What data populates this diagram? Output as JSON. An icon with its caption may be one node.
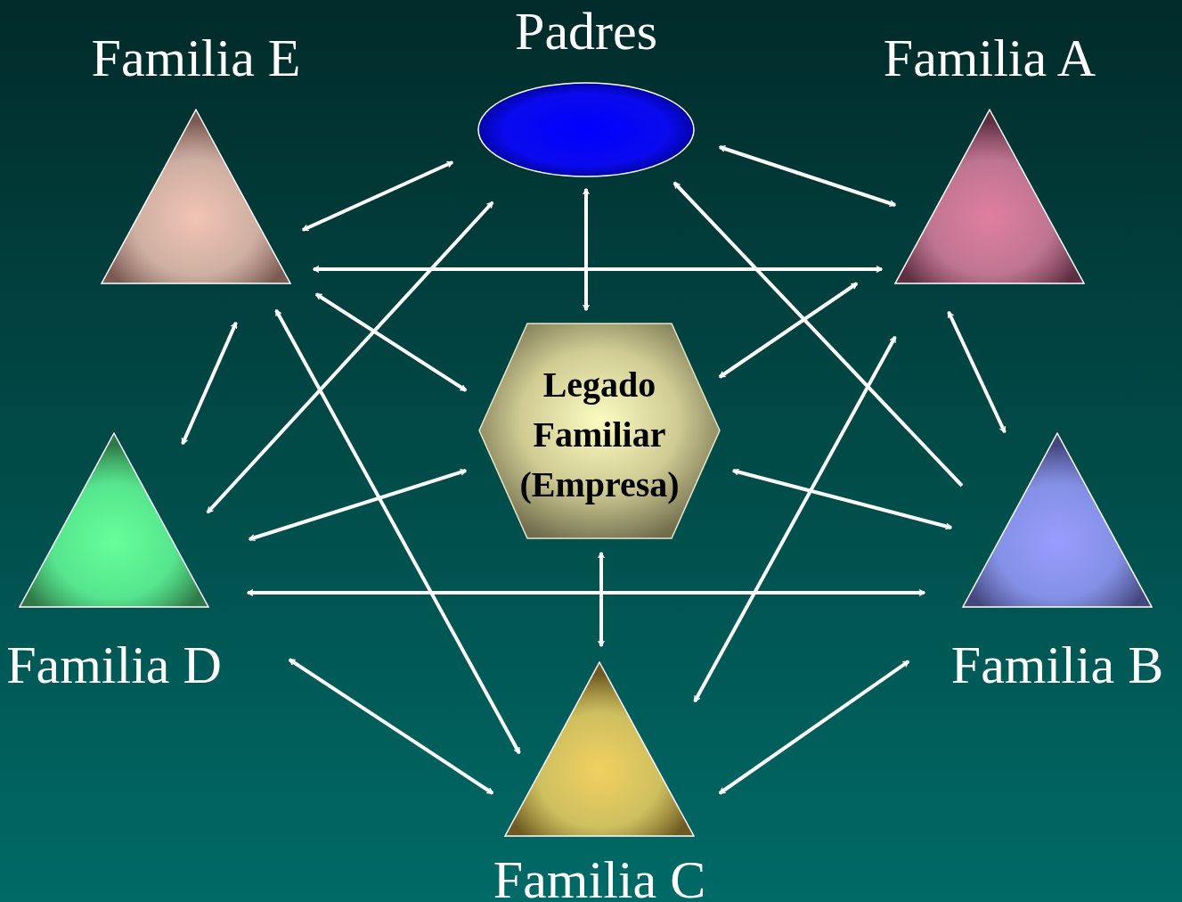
{
  "diagram": {
    "nodes": [
      {
        "text": [
          "Padres"
        ]
      },
      {
        "text": [
          "Familia E"
        ]
      },
      {
        "text": [
          "Familia A"
        ]
      },
      {
        "text": [
          "Legado Familiar (Empresa)"
        ]
      },
      {
        "text": [
          "Familia D"
        ]
      },
      {
        "text": [
          "Familia B"
        ]
      },
      {
        "text": [
          "Familia C"
        ]
      }
    ],
    "edges": [
      {
        "from": 0,
        "to": 1,
        "arrow": "both"
      },
      {
        "from": 0,
        "to": 2,
        "arrow": "both"
      },
      {
        "from": 0,
        "to": 3,
        "arrow": "both"
      },
      {
        "from": 0,
        "to": 4,
        "arrow": "both"
      },
      {
        "from": 5,
        "to": 0,
        "arrow": "to"
      },
      {
        "from": 1,
        "to": 2,
        "arrow": "both"
      },
      {
        "from": 1,
        "to": 3,
        "arrow": "both"
      },
      {
        "from": 1,
        "to": 4,
        "arrow": "both"
      },
      {
        "from": 1,
        "to": 6,
        "arrow": "both"
      },
      {
        "from": 2,
        "to": 3,
        "arrow": "both"
      },
      {
        "from": 2,
        "to": 5,
        "arrow": "both"
      },
      {
        "from": 2,
        "to": 6,
        "arrow": "both"
      },
      {
        "from": 4,
        "to": 3,
        "arrow": "both"
      },
      {
        "from": 4,
        "to": 5,
        "arrow": "both"
      },
      {
        "from": 4,
        "to": 6,
        "arrow": "both"
      },
      {
        "from": 5,
        "to": 3,
        "arrow": "both"
      },
      {
        "from": 3,
        "to": 6,
        "arrow": "both"
      },
      {
        "from": 5,
        "to": 6,
        "arrow": "both"
      }
    ]
  }
}
